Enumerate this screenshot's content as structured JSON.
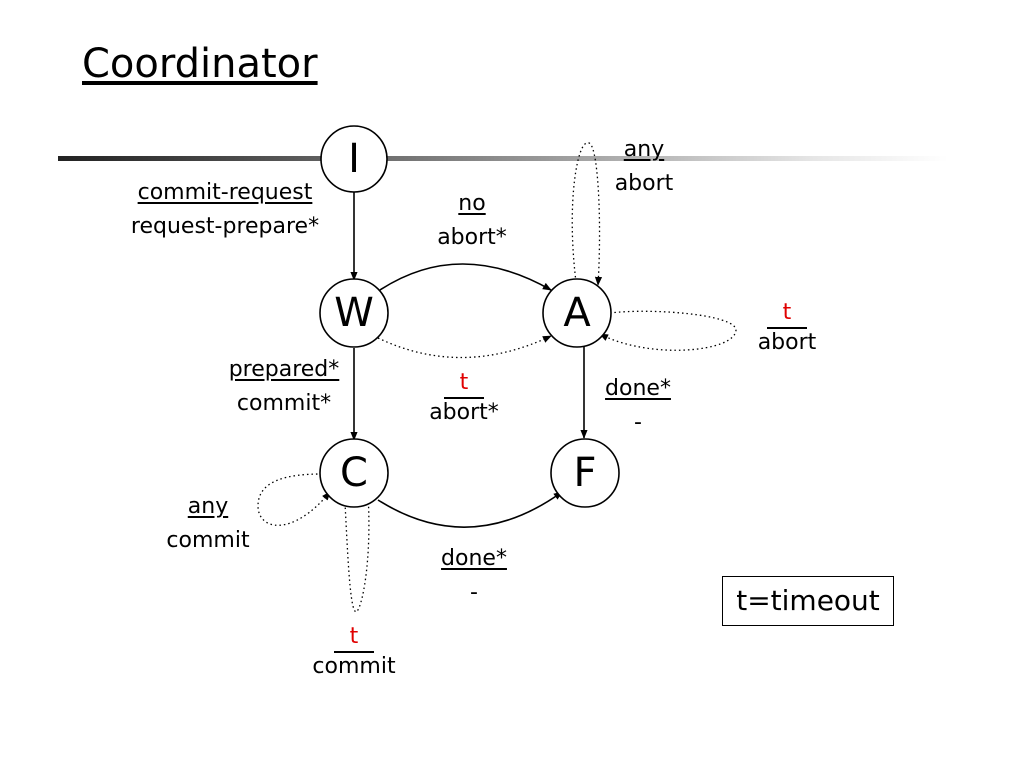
{
  "title": "Coordinator",
  "nodes": {
    "I": "I",
    "W": "W",
    "A": "A",
    "C": "C",
    "F": "F"
  },
  "edges": {
    "i_to_w": {
      "event": "commit-request",
      "action": "request-prepare*"
    },
    "w_to_a": {
      "event": "no",
      "action": "abort*"
    },
    "w_to_a_timeout": {
      "event": "t",
      "action": "abort*"
    },
    "a_self_any": {
      "event": "any",
      "action": "abort"
    },
    "a_self_timeout": {
      "event": "t",
      "action": "abort"
    },
    "w_to_c": {
      "event": "prepared*",
      "action": "commit*"
    },
    "a_to_f": {
      "event": "done*",
      "action": "-"
    },
    "c_self_any": {
      "event": "any",
      "action": "commit"
    },
    "c_self_timeout": {
      "event": "t",
      "action": "commit"
    },
    "c_to_f": {
      "event": "done*",
      "action": "-"
    }
  },
  "legend": "t=timeout",
  "colors": {
    "timeout_event": "#e00000",
    "line": "#000000"
  }
}
